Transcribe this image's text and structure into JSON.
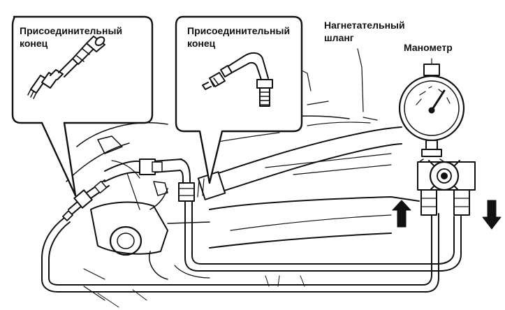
{
  "labels": {
    "connector_left_line1": "Присоединительный",
    "connector_left_line2": "конец",
    "connector_right_line1": "Присоединительный",
    "connector_right_line2": "конец",
    "pressure_hose_line1": "Нагнетательный",
    "pressure_hose_line2": "шланг",
    "gauge": "Манометр"
  },
  "colors": {
    "ink": "#111111",
    "paper": "#ffffff",
    "shade": "#cfcfcf"
  },
  "icons": {
    "flow_up": "arrow-up-icon",
    "flow_down": "arrow-down-icon"
  }
}
